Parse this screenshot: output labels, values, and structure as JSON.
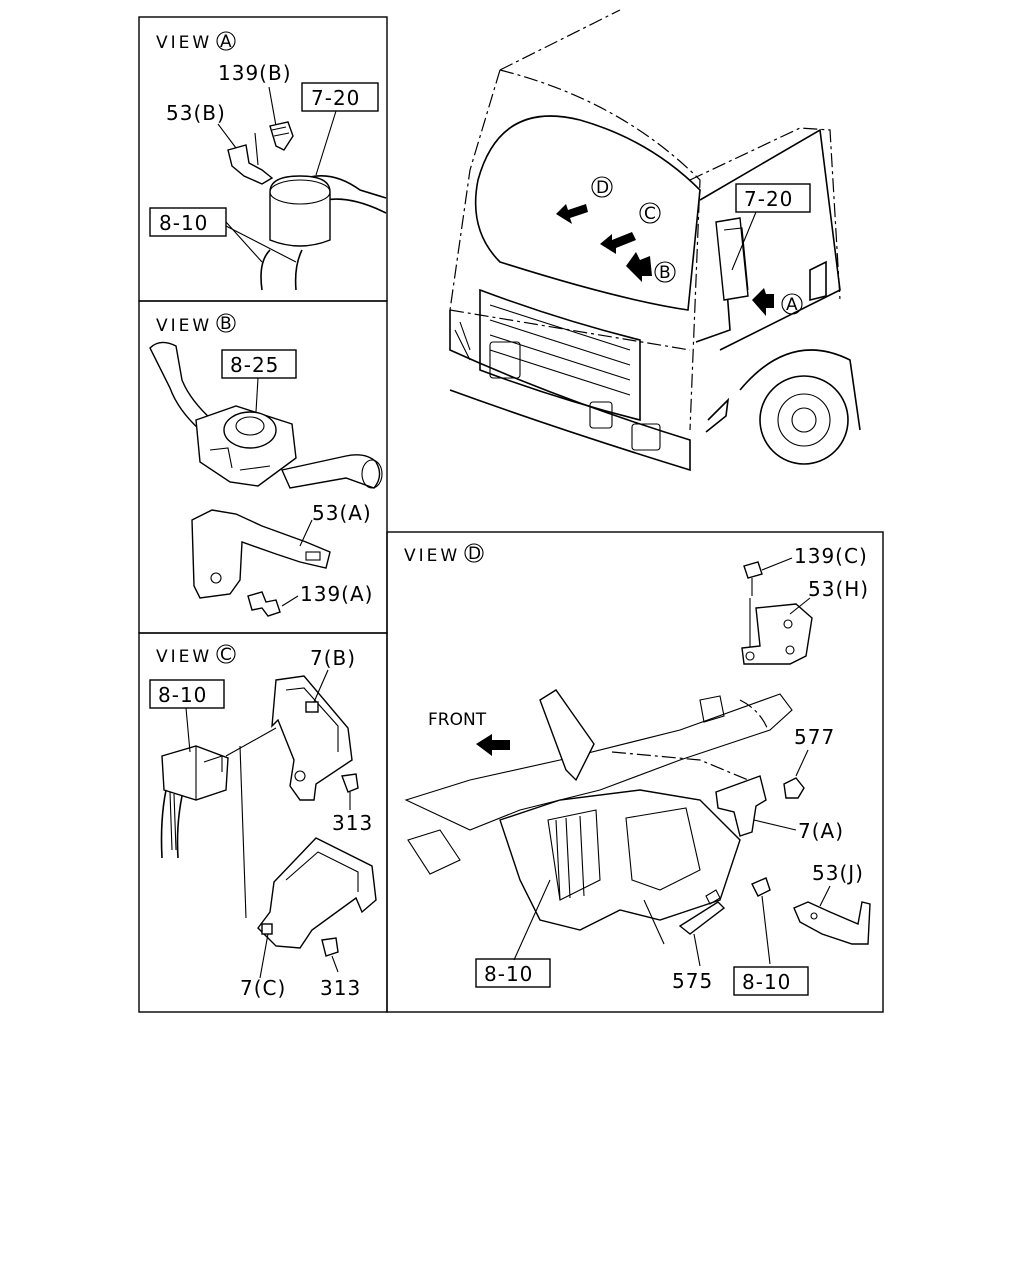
{
  "views": {
    "a": {
      "title_prefix": "VIEW",
      "circle_letter": "A",
      "labels": {
        "p139b": "139(B)",
        "p53b": "53(B)",
        "ref_7_20": "7-20",
        "ref_8_10": "8-10"
      }
    },
    "b": {
      "title_prefix": "VIEW",
      "circle_letter": "B",
      "labels": {
        "ref_8_25": "8-25",
        "p53a": "53(A)",
        "p139a": "139(A)"
      }
    },
    "c": {
      "title_prefix": "VIEW",
      "circle_letter": "C",
      "labels": {
        "ref_8_10": "8-10",
        "p7b": "7(B)",
        "p313_top": "313",
        "p313_bottom": "313",
        "p7c": "7(C)"
      }
    },
    "d": {
      "title_prefix": "VIEW",
      "circle_letter": "D",
      "labels": {
        "p139c": "139(C)",
        "p53h": "53(H)",
        "front": "FRONT",
        "p577": "577",
        "p7a": "7(A)",
        "p53j": "53(J)",
        "ref_8_10_left": "8-10",
        "p575": "575",
        "ref_8_10_right": "8-10"
      }
    }
  },
  "cab_overview": {
    "ref_7_20": "7-20",
    "arrow_letters": [
      "D",
      "C",
      "B",
      "A"
    ]
  }
}
